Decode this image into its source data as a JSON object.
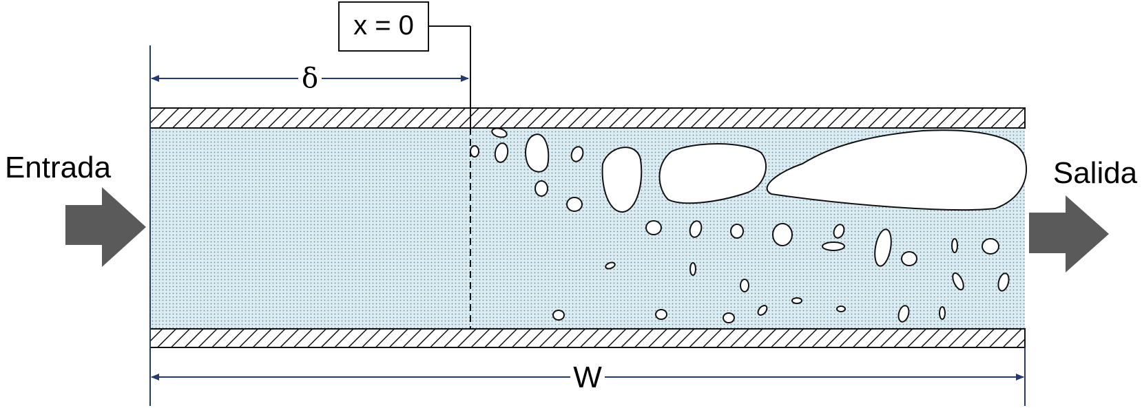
{
  "labels": {
    "inlet": "Entrada",
    "outlet": "Salida",
    "origin": "x = 0",
    "delta": "δ",
    "width": "W"
  },
  "colors": {
    "fluid": "#dcecf1",
    "fluid_dots": "#5f8fa6",
    "walls": "#111111",
    "dimension_lines": "#233a6e",
    "arrows": "#5a5a5a",
    "bubbles": "#ffffff"
  }
}
